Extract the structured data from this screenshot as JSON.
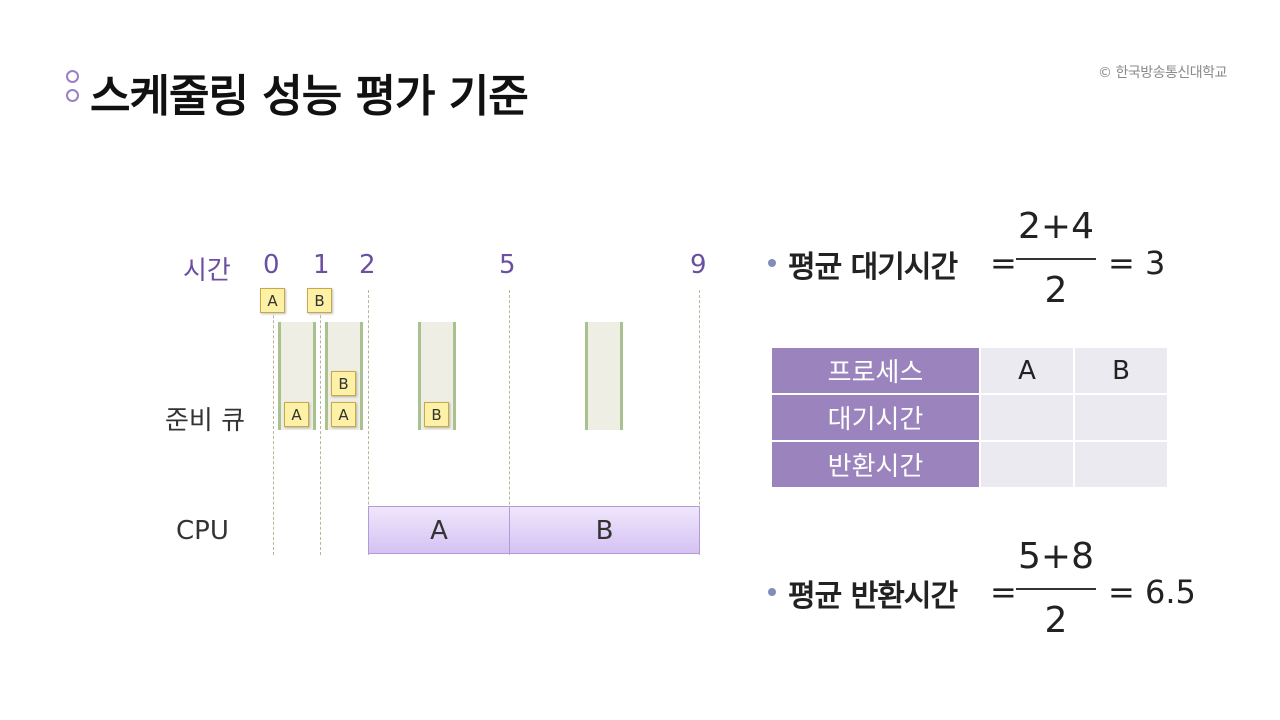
{
  "header": {
    "title": "스케줄링 성능 평가 기준",
    "copyright": "© 한국방송통신대학교"
  },
  "timeline": {
    "axis_label": "시간",
    "ticks": [
      "0",
      "1",
      "2",
      "5",
      "9"
    ],
    "arrivals": [
      "A",
      "B"
    ],
    "queue_label": "준비 큐",
    "queue_boxes": {
      "t0": [
        "A"
      ],
      "t1": [
        "B",
        "A"
      ],
      "t2": [
        "B"
      ]
    },
    "cpu_label": "CPU",
    "cpu_segments": [
      {
        "process": "A",
        "start": 2,
        "end": 5
      },
      {
        "process": "B",
        "start": 5,
        "end": 9
      }
    ]
  },
  "avg_wait": {
    "label": "평균 대기시간",
    "eq": "=",
    "numerator": "2+4",
    "denominator": "2",
    "result": "= 3"
  },
  "table": {
    "headers": [
      "프로세스",
      "A",
      "B"
    ],
    "rows": [
      {
        "label": "대기시간",
        "values": [
          "",
          ""
        ]
      },
      {
        "label": "반환시간",
        "values": [
          "",
          ""
        ]
      }
    ]
  },
  "avg_turnaround": {
    "label": "평균 반환시간",
    "eq": "=",
    "numerator": "5+8",
    "denominator": "2",
    "result": "= 6.5"
  },
  "colors": {
    "accent": "#6b4fa3",
    "table_header": "#9b84bd",
    "cpu_bar": "#d5c2f4",
    "process_box": "#fdf1a5"
  }
}
